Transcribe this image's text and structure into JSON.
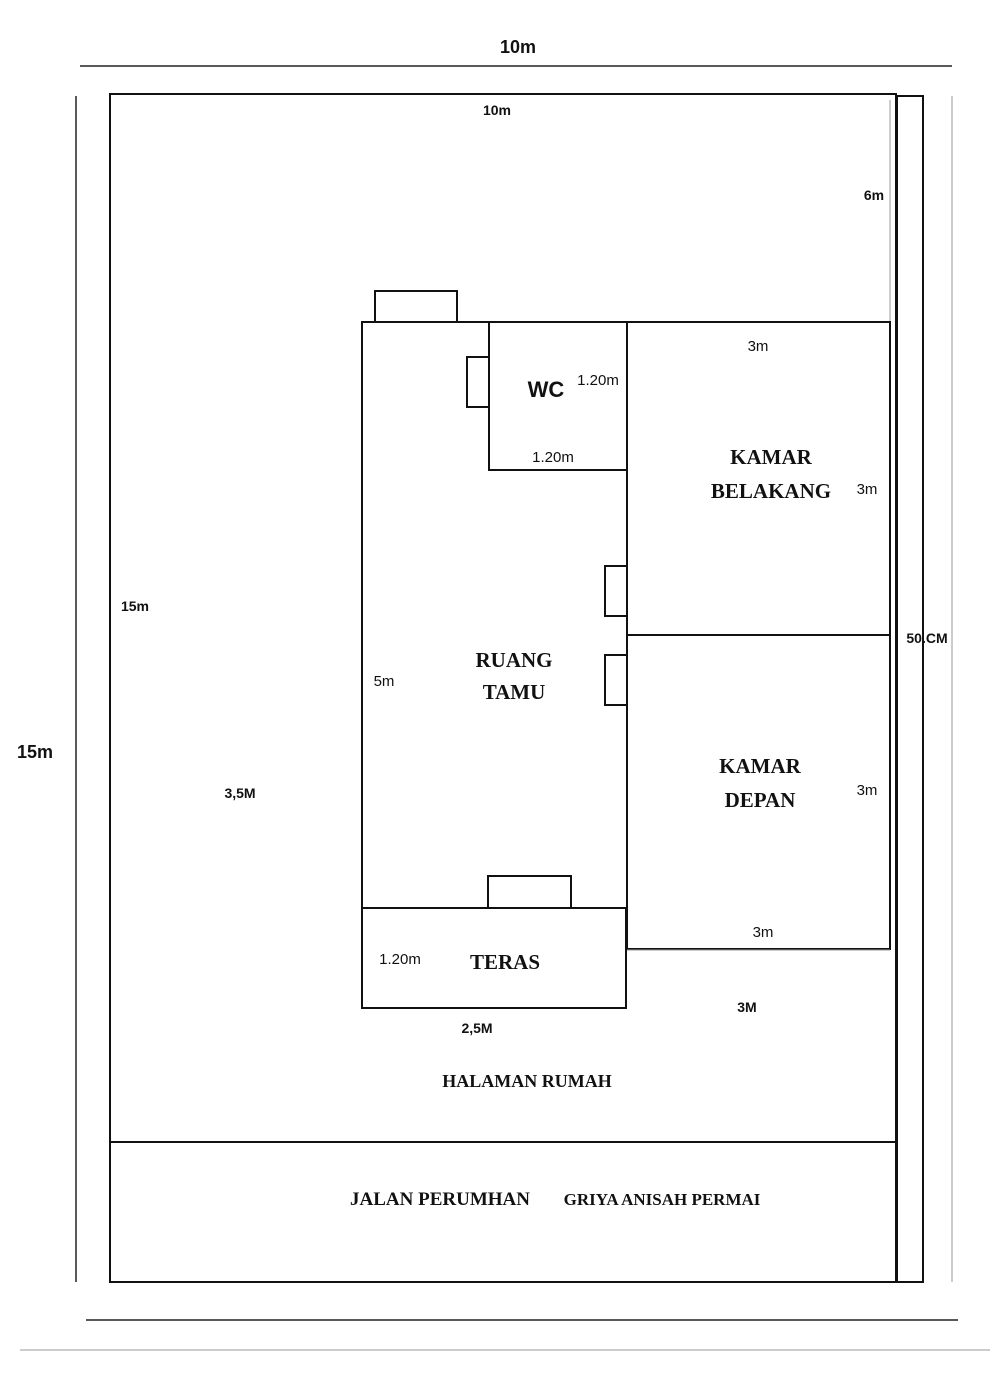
{
  "outer_top_width": "10m",
  "outer_left_height": "15m",
  "lot": {
    "top_width": "10m",
    "back_depth": "6m",
    "left_depth": "15m",
    "side_yard_width": "3,5M",
    "side_gap": "50.CM"
  },
  "rooms": {
    "wc": {
      "name": "WC",
      "width": "1.20m",
      "depth": "1.20m"
    },
    "kamar_belakang": {
      "name_line1": "KAMAR",
      "name_line2": "BELAKANG",
      "width": "3m",
      "depth": "3m"
    },
    "kamar_depan": {
      "name_line1": "KAMAR",
      "name_line2": "DEPAN",
      "width": "3m",
      "depth": "3m"
    },
    "ruang_tamu": {
      "name_line1": "RUANG",
      "name_line2": "TAMU",
      "depth": "5m"
    },
    "teras": {
      "name": "TERAS",
      "depth": "1.20m",
      "width": "2,5M"
    }
  },
  "front_setback": "3M",
  "yard_label": "HALAMAN RUMAH",
  "street": {
    "prefix": "JALAN PERUMHAN",
    "name": "GRIYA ANISAH PERMAI"
  }
}
